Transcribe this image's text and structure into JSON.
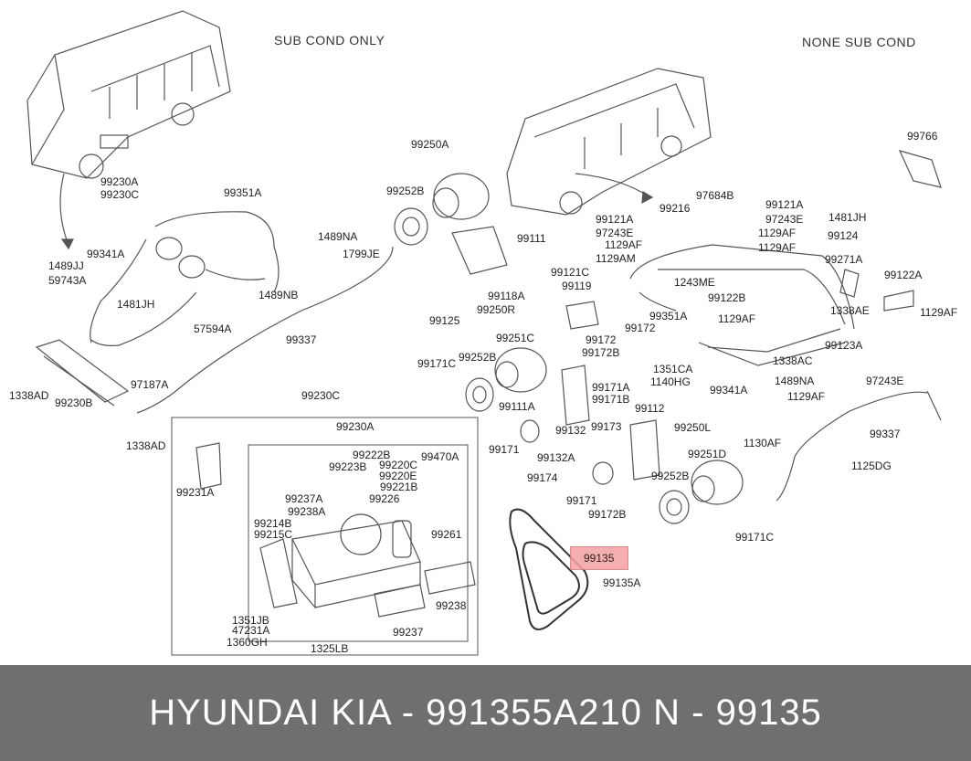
{
  "headers": {
    "left": "SUB COND  ONLY",
    "right": "NONE SUB COND"
  },
  "highlight_part": "99135",
  "labels": [
    {
      "id": "l1",
      "text": "99230A"
    },
    {
      "id": "l2",
      "text": "99230C"
    },
    {
      "id": "l3",
      "text": "99351A"
    },
    {
      "id": "l4",
      "text": "99250A"
    },
    {
      "id": "l5",
      "text": "99252B"
    },
    {
      "id": "l6",
      "text": "99766"
    },
    {
      "id": "l7",
      "text": "99216"
    },
    {
      "id": "l8",
      "text": "97684B"
    },
    {
      "id": "l9",
      "text": "99121A"
    },
    {
      "id": "l10",
      "text": "99121A"
    },
    {
      "id": "l11",
      "text": "97243E"
    },
    {
      "id": "l12",
      "text": "97243E"
    },
    {
      "id": "l13",
      "text": "1481JH"
    },
    {
      "id": "l14",
      "text": "1129AF"
    },
    {
      "id": "l15",
      "text": "1129AF"
    },
    {
      "id": "l16",
      "text": "99124"
    },
    {
      "id": "l17",
      "text": "1129AF"
    },
    {
      "id": "l18",
      "text": "1129AM"
    },
    {
      "id": "l19",
      "text": "99271A"
    },
    {
      "id": "l20",
      "text": "1489NA"
    },
    {
      "id": "l21",
      "text": "1799JE"
    },
    {
      "id": "l22",
      "text": "99111"
    },
    {
      "id": "l23",
      "text": "99341A"
    },
    {
      "id": "l24",
      "text": "1489JJ"
    },
    {
      "id": "l25",
      "text": "59743A"
    },
    {
      "id": "l26",
      "text": "1489NB"
    },
    {
      "id": "l27",
      "text": "99121C"
    },
    {
      "id": "l28",
      "text": "99119"
    },
    {
      "id": "l29",
      "text": "1243ME"
    },
    {
      "id": "l30",
      "text": "99122A"
    },
    {
      "id": "l31",
      "text": "99122B"
    },
    {
      "id": "l32",
      "text": "1338AE"
    },
    {
      "id": "l33",
      "text": "1129AF"
    },
    {
      "id": "l34",
      "text": "99118A"
    },
    {
      "id": "l35",
      "text": "1481JH"
    },
    {
      "id": "l36",
      "text": "99125"
    },
    {
      "id": "l37",
      "text": "99250R"
    },
    {
      "id": "l38",
      "text": "99351A"
    },
    {
      "id": "l39",
      "text": "1129AF"
    },
    {
      "id": "l40",
      "text": "57594A"
    },
    {
      "id": "l41",
      "text": "99337"
    },
    {
      "id": "l42",
      "text": "99172"
    },
    {
      "id": "l43",
      "text": "99172"
    },
    {
      "id": "l44",
      "text": "99252B"
    },
    {
      "id": "l45",
      "text": "99251C"
    },
    {
      "id": "l46",
      "text": "99172B"
    },
    {
      "id": "l47",
      "text": "99123A"
    },
    {
      "id": "l48",
      "text": "99171C"
    },
    {
      "id": "l49",
      "text": "1338AC"
    },
    {
      "id": "l50",
      "text": "1351CA"
    },
    {
      "id": "l51",
      "text": "97187A"
    },
    {
      "id": "l52",
      "text": "1338AD"
    },
    {
      "id": "l53",
      "text": "99230B"
    },
    {
      "id": "l54",
      "text": "1140HG"
    },
    {
      "id": "l55",
      "text": "1489NA"
    },
    {
      "id": "l56",
      "text": "97243E"
    },
    {
      "id": "l57",
      "text": "99171A"
    },
    {
      "id": "l58",
      "text": "99341A"
    },
    {
      "id": "l59",
      "text": "99171B"
    },
    {
      "id": "l60",
      "text": "1129AF"
    },
    {
      "id": "l61",
      "text": "99230C"
    },
    {
      "id": "l62",
      "text": "99111A"
    },
    {
      "id": "l63",
      "text": "99112"
    },
    {
      "id": "l64",
      "text": "1338AD"
    },
    {
      "id": "l65",
      "text": "99173"
    },
    {
      "id": "l66",
      "text": "99337"
    },
    {
      "id": "l67",
      "text": "99230A"
    },
    {
      "id": "l68",
      "text": "99132"
    },
    {
      "id": "l69",
      "text": "99250L"
    },
    {
      "id": "l70",
      "text": "99171"
    },
    {
      "id": "l71",
      "text": "1130AF"
    },
    {
      "id": "l72",
      "text": "99222B"
    },
    {
      "id": "l73",
      "text": "99470A"
    },
    {
      "id": "l74",
      "text": "99251D"
    },
    {
      "id": "l75",
      "text": "99223B"
    },
    {
      "id": "l76",
      "text": "99220C"
    },
    {
      "id": "l77",
      "text": "99220E"
    },
    {
      "id": "l78",
      "text": "99132A"
    },
    {
      "id": "l79",
      "text": "1125DG"
    },
    {
      "id": "l80",
      "text": "99231A"
    },
    {
      "id": "l81",
      "text": "99221B"
    },
    {
      "id": "l82",
      "text": "99174"
    },
    {
      "id": "l83",
      "text": "99252B"
    },
    {
      "id": "l84",
      "text": "99237A"
    },
    {
      "id": "l85",
      "text": "99226"
    },
    {
      "id": "l86",
      "text": "99238A"
    },
    {
      "id": "l87",
      "text": "99171"
    },
    {
      "id": "l88",
      "text": "99172B"
    },
    {
      "id": "l89",
      "text": "99214B"
    },
    {
      "id": "l90",
      "text": "99261"
    },
    {
      "id": "l91",
      "text": "99215C"
    },
    {
      "id": "l92",
      "text": "99171C"
    },
    {
      "id": "l93",
      "text": "99135"
    },
    {
      "id": "l94",
      "text": "99135A"
    },
    {
      "id": "l95",
      "text": "99238"
    },
    {
      "id": "l96",
      "text": "1351JB"
    },
    {
      "id": "l97",
      "text": "47231A"
    },
    {
      "id": "l98",
      "text": "99237"
    },
    {
      "id": "l99",
      "text": "1360GH"
    },
    {
      "id": "l100",
      "text": "1325LB"
    }
  ],
  "footer": {
    "text": "HYUNDAI  KIA - 991355A210     N - 99135"
  }
}
